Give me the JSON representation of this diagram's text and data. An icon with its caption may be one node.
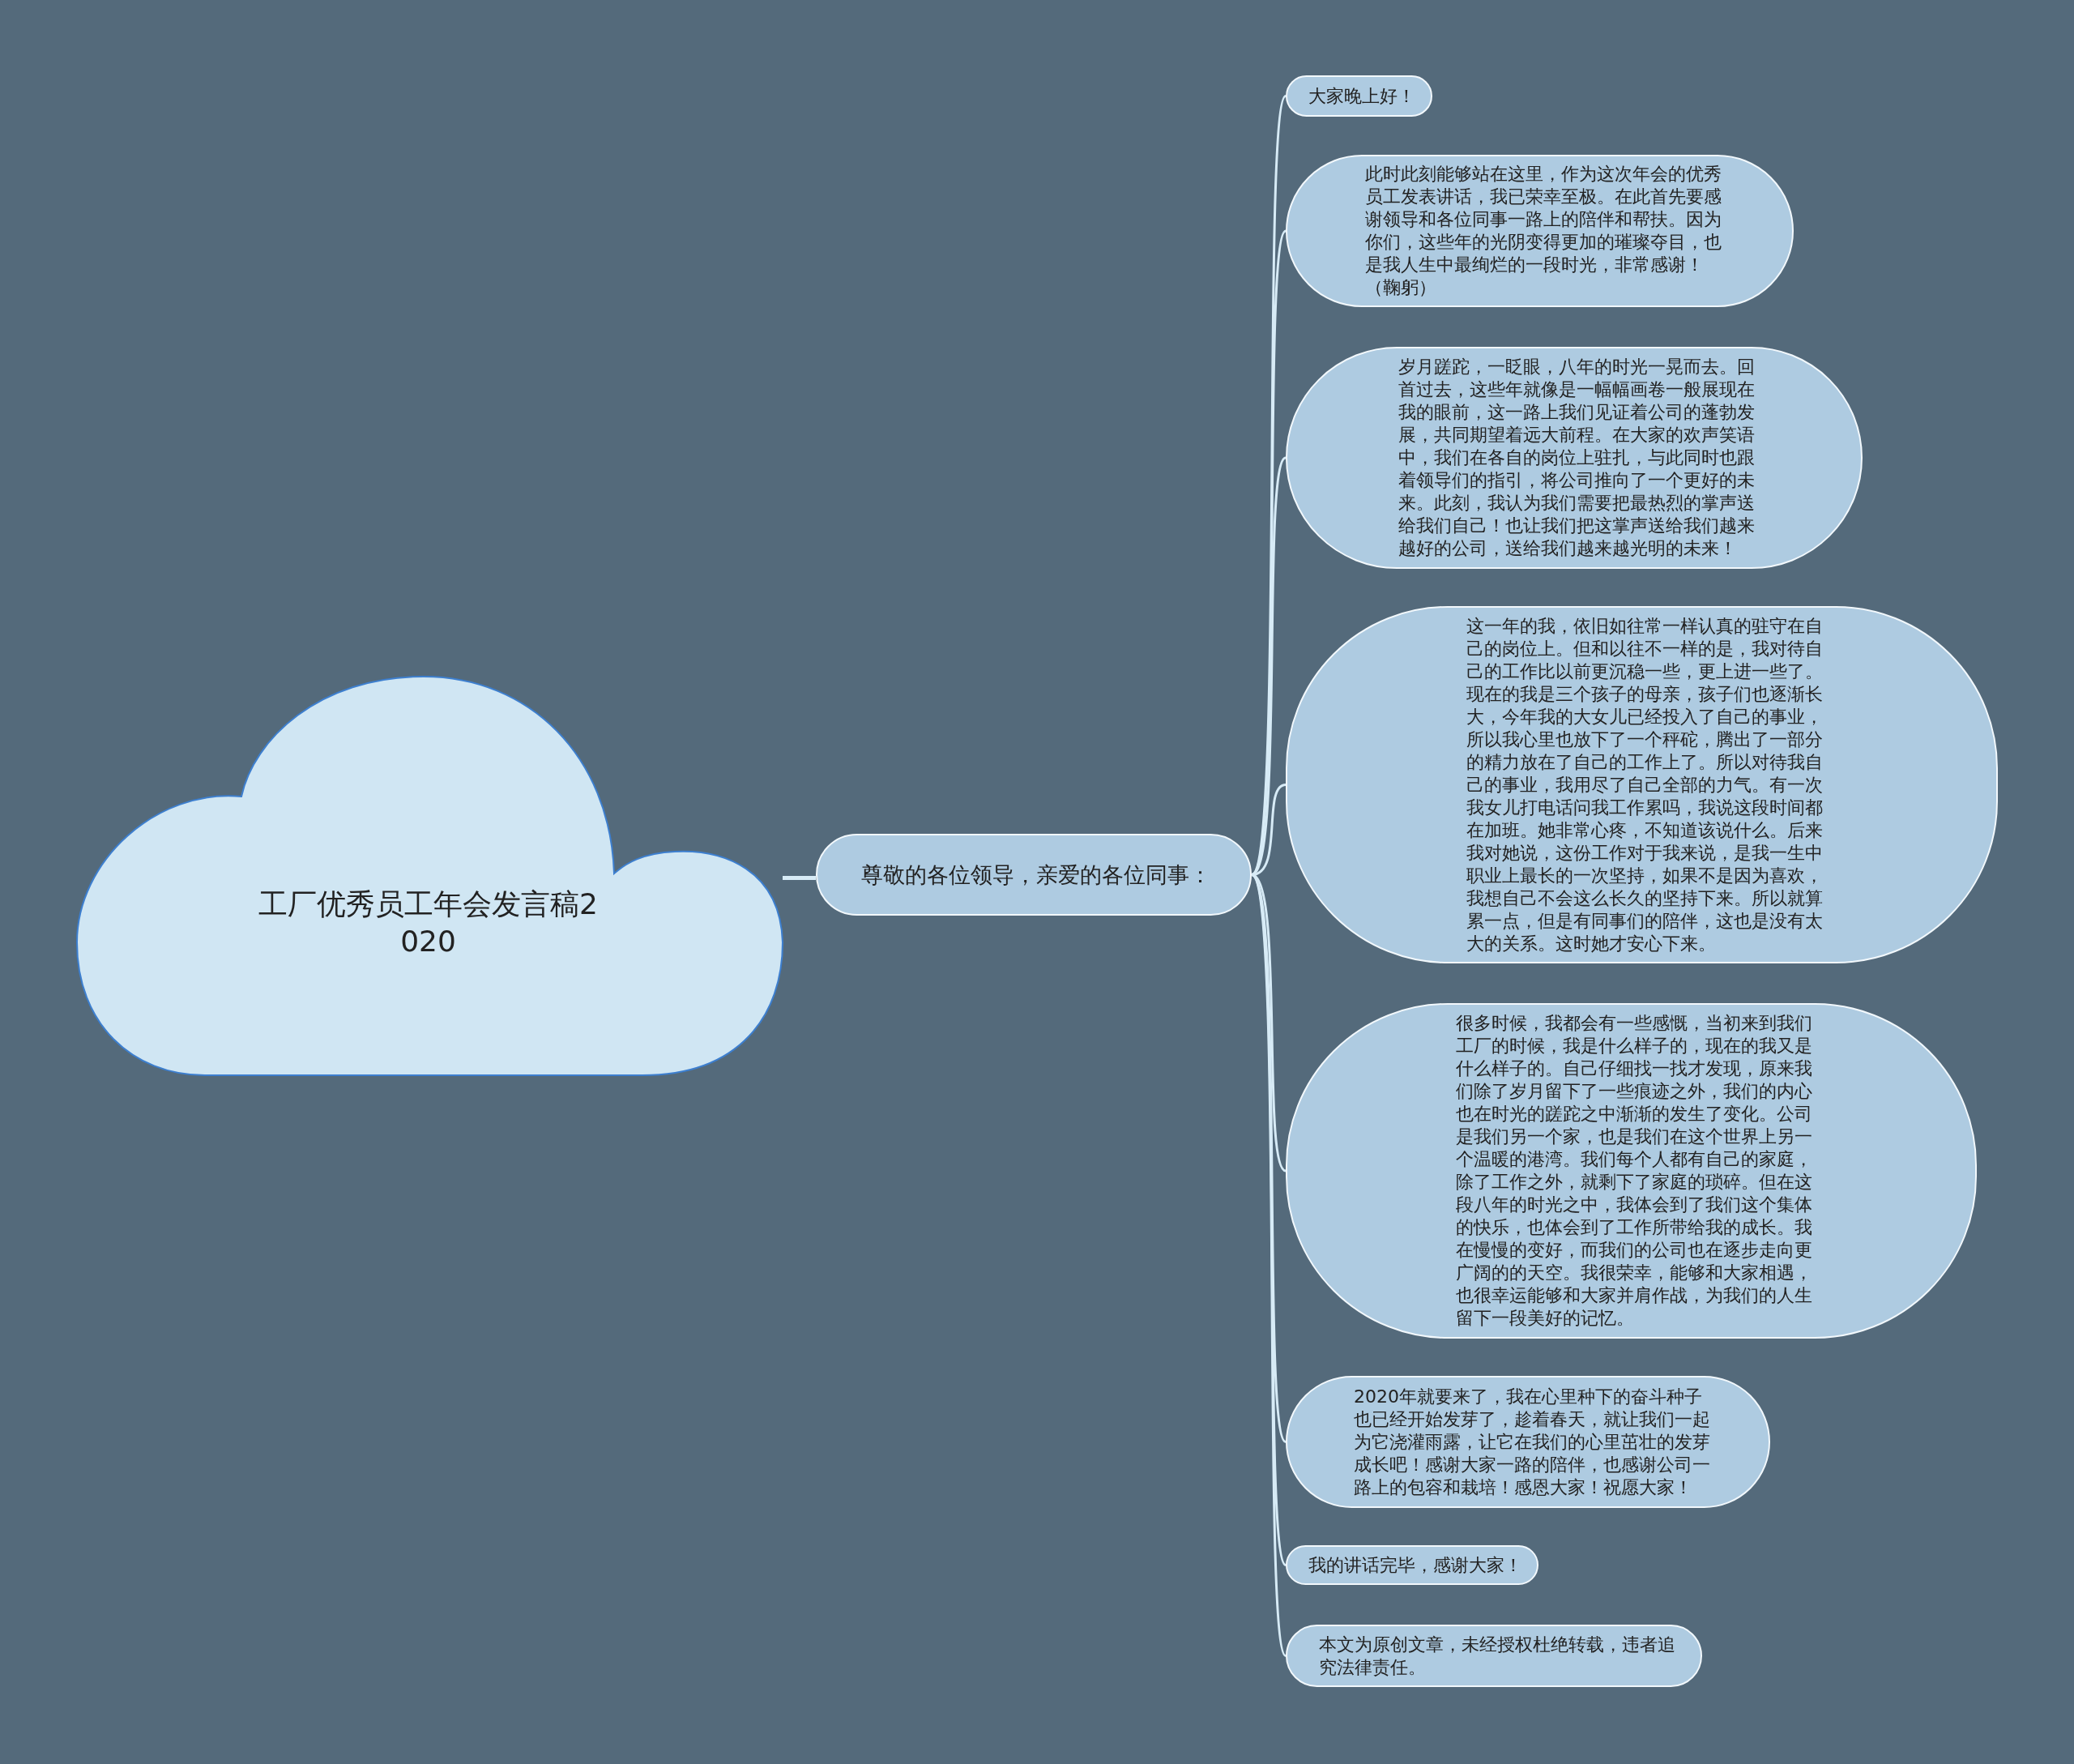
{
  "diagram": {
    "nodes": [
      {
        "text": [
          "工厂优秀员工年会发言稿2020"
        ]
      },
      {
        "text": [
          "尊敬的各位领导，亲爱的各位同事："
        ]
      },
      {
        "text": [
          "大家晚上好！"
        ]
      },
      {
        "text": [
          "此时此刻能够站在这里，作为这次年会的优秀员工发表讲话，我已荣幸至极。在此首先要感谢领导和各位同事一路上的陪伴和帮扶。因为你们，这些年的光阴变得更加的璀璨夺目，也是我人生中最绚烂的一段时光，非常感谢！（鞠躬）"
        ]
      },
      {
        "text": [
          "岁月蹉跎，一眨眼，八年的时光一晃而去。回首过去，这些年就像是一幅幅画卷一般展现在我的眼前，这一路上我们见证着公司的蓬勃发展，共同期望着远大前程。在大家的欢声笑语中，我们在各自的岗位上驻扎，与此同时也跟着领导们的指引，将公司推向了一个更好的未来。此刻，我认为我们需要把最热烈的掌声送给我们自己！也让我们把这掌声送给我们越来越好的公司，送给我们越来越光明的未来！"
        ]
      },
      {
        "text": [
          "这一年的我，依旧如往常一样认真的驻守在自己的岗位上。但和以往不一样的是，我对待自己的工作比以前更沉稳一些，更上进一些了。现在的我是三个孩子的母亲，孩子们也逐渐长大，今年我的大女儿已经投入了自己的事业，所以我心里也放下了一个秤砣，腾出了一部分的精力放在了自己的工作上了。所以对待我自己的事业，我用尽了自己全部的力气。有一次我女儿打电话问我工作累吗，我说这段时间都在加班。她非常心疼，不知道该说什么。后来我对她说，这份工作对于我来说，是我一生中职业上最长的一次坚持，如果不是因为喜欢，我想自己不会这么长久的坚持下来。所以就算累一点，但是有同事们的陪伴，这也是没有太大的关系。这时她才安心下来。"
        ]
      },
      {
        "text": [
          "很多时候，我都会有一些感慨，当初来到我们工厂的时候，我是什么样子的，现在的我又是什么样子的。自己仔细找一找才发现，原来我们除了岁月留下了一些痕迹之外，我们的内心也在时光的蹉跎之中渐渐的发生了变化。公司是我们另一个家，也是我们在这个世界上另一个温暖的港湾。我们每个人都有自己的家庭，除了工作之外，就剩下了家庭的琐碎。但在这段八年的时光之中，我体会到了我们这个集体的快乐，也体会到了工作所带给我的成长。我在慢慢的变好，而我们的公司也在逐步走向更广阔的的天空。我很荣幸，能够和大家相遇，也很幸运能够和大家并肩作战，为我们的人生留下一段美好的记忆。"
        ]
      },
      {
        "text": [
          "2020年就要来了，我在心里种下的奋斗种子也已经开始发芽了，趁着春天，就让我们一起为它浇灌雨露，让它在我们的心里茁壮的发芽成长吧！感谢大家一路的陪伴，也感谢公司一路上的包容和栽培！感恩大家！祝愿大家！"
        ]
      },
      {
        "text": [
          "我的讲话完毕，感谢大家！"
        ]
      },
      {
        "text": [
          "本文为原创文章，未经授权杜绝转载，违者追究法律责任。"
        ]
      }
    ],
    "edges": [
      {
        "from": 0,
        "to": 1,
        "arrow": "none"
      },
      {
        "from": 1,
        "to": 2,
        "arrow": "none"
      },
      {
        "from": 1,
        "to": 3,
        "arrow": "none"
      },
      {
        "from": 1,
        "to": 4,
        "arrow": "none"
      },
      {
        "from": 1,
        "to": 5,
        "arrow": "none"
      },
      {
        "from": 1,
        "to": 6,
        "arrow": "none"
      },
      {
        "from": 1,
        "to": 7,
        "arrow": "none"
      },
      {
        "from": 1,
        "to": 8,
        "arrow": "none"
      },
      {
        "from": 1,
        "to": 9,
        "arrow": "none"
      }
    ]
  }
}
